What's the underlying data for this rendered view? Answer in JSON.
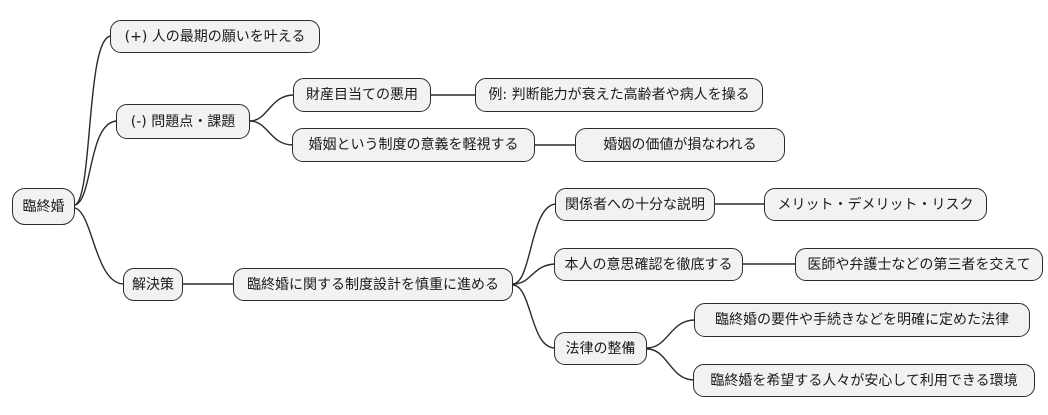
{
  "mindmap": {
    "style": {
      "canvas_bg": "#ffffff",
      "node_fill": "#f2f2f2",
      "node_border": "#2b2b2b",
      "edge_color": "#2b2b2b",
      "text_color": "#1a1a1a"
    },
    "root": {
      "label": "臨終婚",
      "children": [
        {
          "label": "(+) 人の最期の願いを叶える",
          "children": []
        },
        {
          "label": "(-) 問題点・課題",
          "children": [
            {
              "label": "財産目当ての悪用",
              "children": [
                {
                  "label": "例: 判断能力が衰えた高齢者や病人を操る",
                  "children": []
                }
              ]
            },
            {
              "label": "婚姻という制度の意義を軽視する",
              "children": [
                {
                  "label": "婚姻の価値が損なわれる",
                  "children": []
                }
              ]
            }
          ]
        },
        {
          "label": "解決策",
          "children": [
            {
              "label": "臨終婚に関する制度設計を慎重に進める",
              "children": [
                {
                  "label": "関係者への十分な説明",
                  "children": [
                    {
                      "label": "メリット・デメリット・リスク",
                      "children": []
                    }
                  ]
                },
                {
                  "label": "本人の意思確認を徹底する",
                  "children": [
                    {
                      "label": "医師や弁護士などの第三者を交えて",
                      "children": []
                    }
                  ]
                },
                {
                  "label": "法律の整備",
                  "children": [
                    {
                      "label": "臨終婚の要件や手続きなどを明確に定めた法律",
                      "children": []
                    },
                    {
                      "label": "臨終婚を希望する人々が安心して利用できる環境",
                      "children": []
                    }
                  ]
                }
              ]
            }
          ]
        }
      ]
    }
  }
}
